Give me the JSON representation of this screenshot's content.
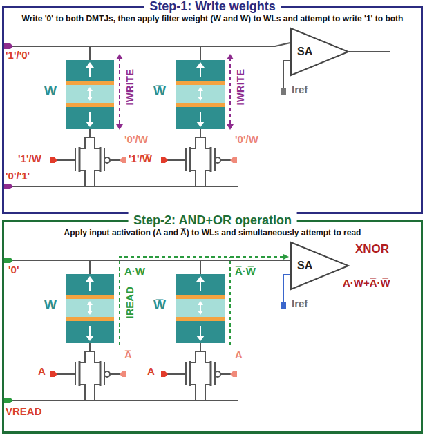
{
  "diagram": {
    "nodes": [
      {
        "text": [
          "Step-1: Write weights",
          "Write '0' to both DMTJs, then apply filter weight (W and W̅) to WLs and attempt to write '1' to both"
        ]
      },
      {
        "text": [
          "SA"
        ],
        "in": 0
      },
      {
        "text": [
          "Step-2: AND+OR operation",
          "Apply input activation (A and A̅) to WLs and simultaneously attempt to read"
        ]
      },
      {
        "text": [
          "SA"
        ],
        "in": 2
      }
    ],
    "labels": [
      "'1'/'0'",
      "W",
      "IWRITE",
      "W̅",
      "IWRITE",
      "'1'/W",
      "'0'/W̅",
      "'1'/W̅",
      "'0'/W",
      "'0'/'1'",
      "Iref",
      "'0'",
      "W",
      "A·W",
      "IREAD",
      "W̅",
      "A̅·W̅",
      "A",
      "A̅",
      "A̅",
      "A",
      "VREAD",
      "XNOR",
      "A·W+A̅·W̅",
      "Iref"
    ]
  }
}
